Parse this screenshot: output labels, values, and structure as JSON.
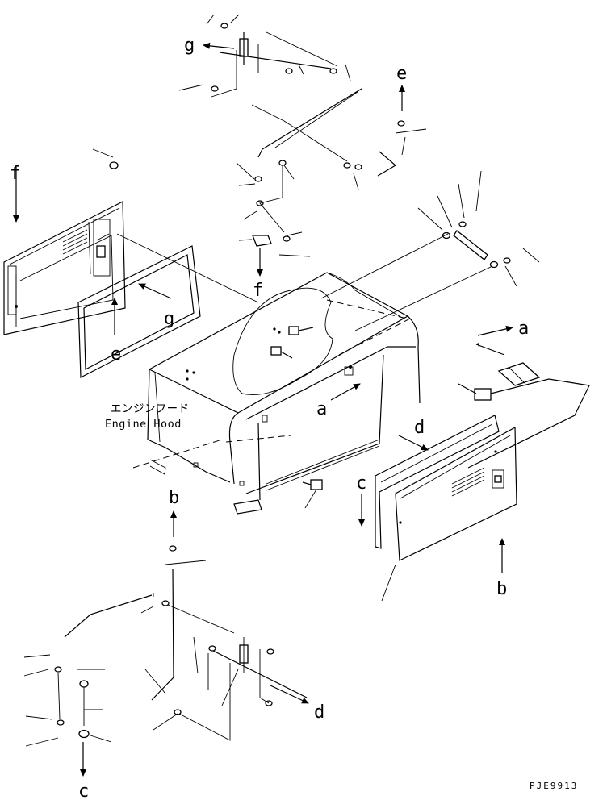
{
  "drawing": {
    "part_label_jp": "エンジンフード",
    "part_label_en": "Engine Hood",
    "drawing_code": "PJE9913",
    "reference_letters": {
      "a": "a",
      "b": "b",
      "c": "c",
      "d": "d",
      "e": "e",
      "f": "f",
      "g": "g"
    }
  }
}
